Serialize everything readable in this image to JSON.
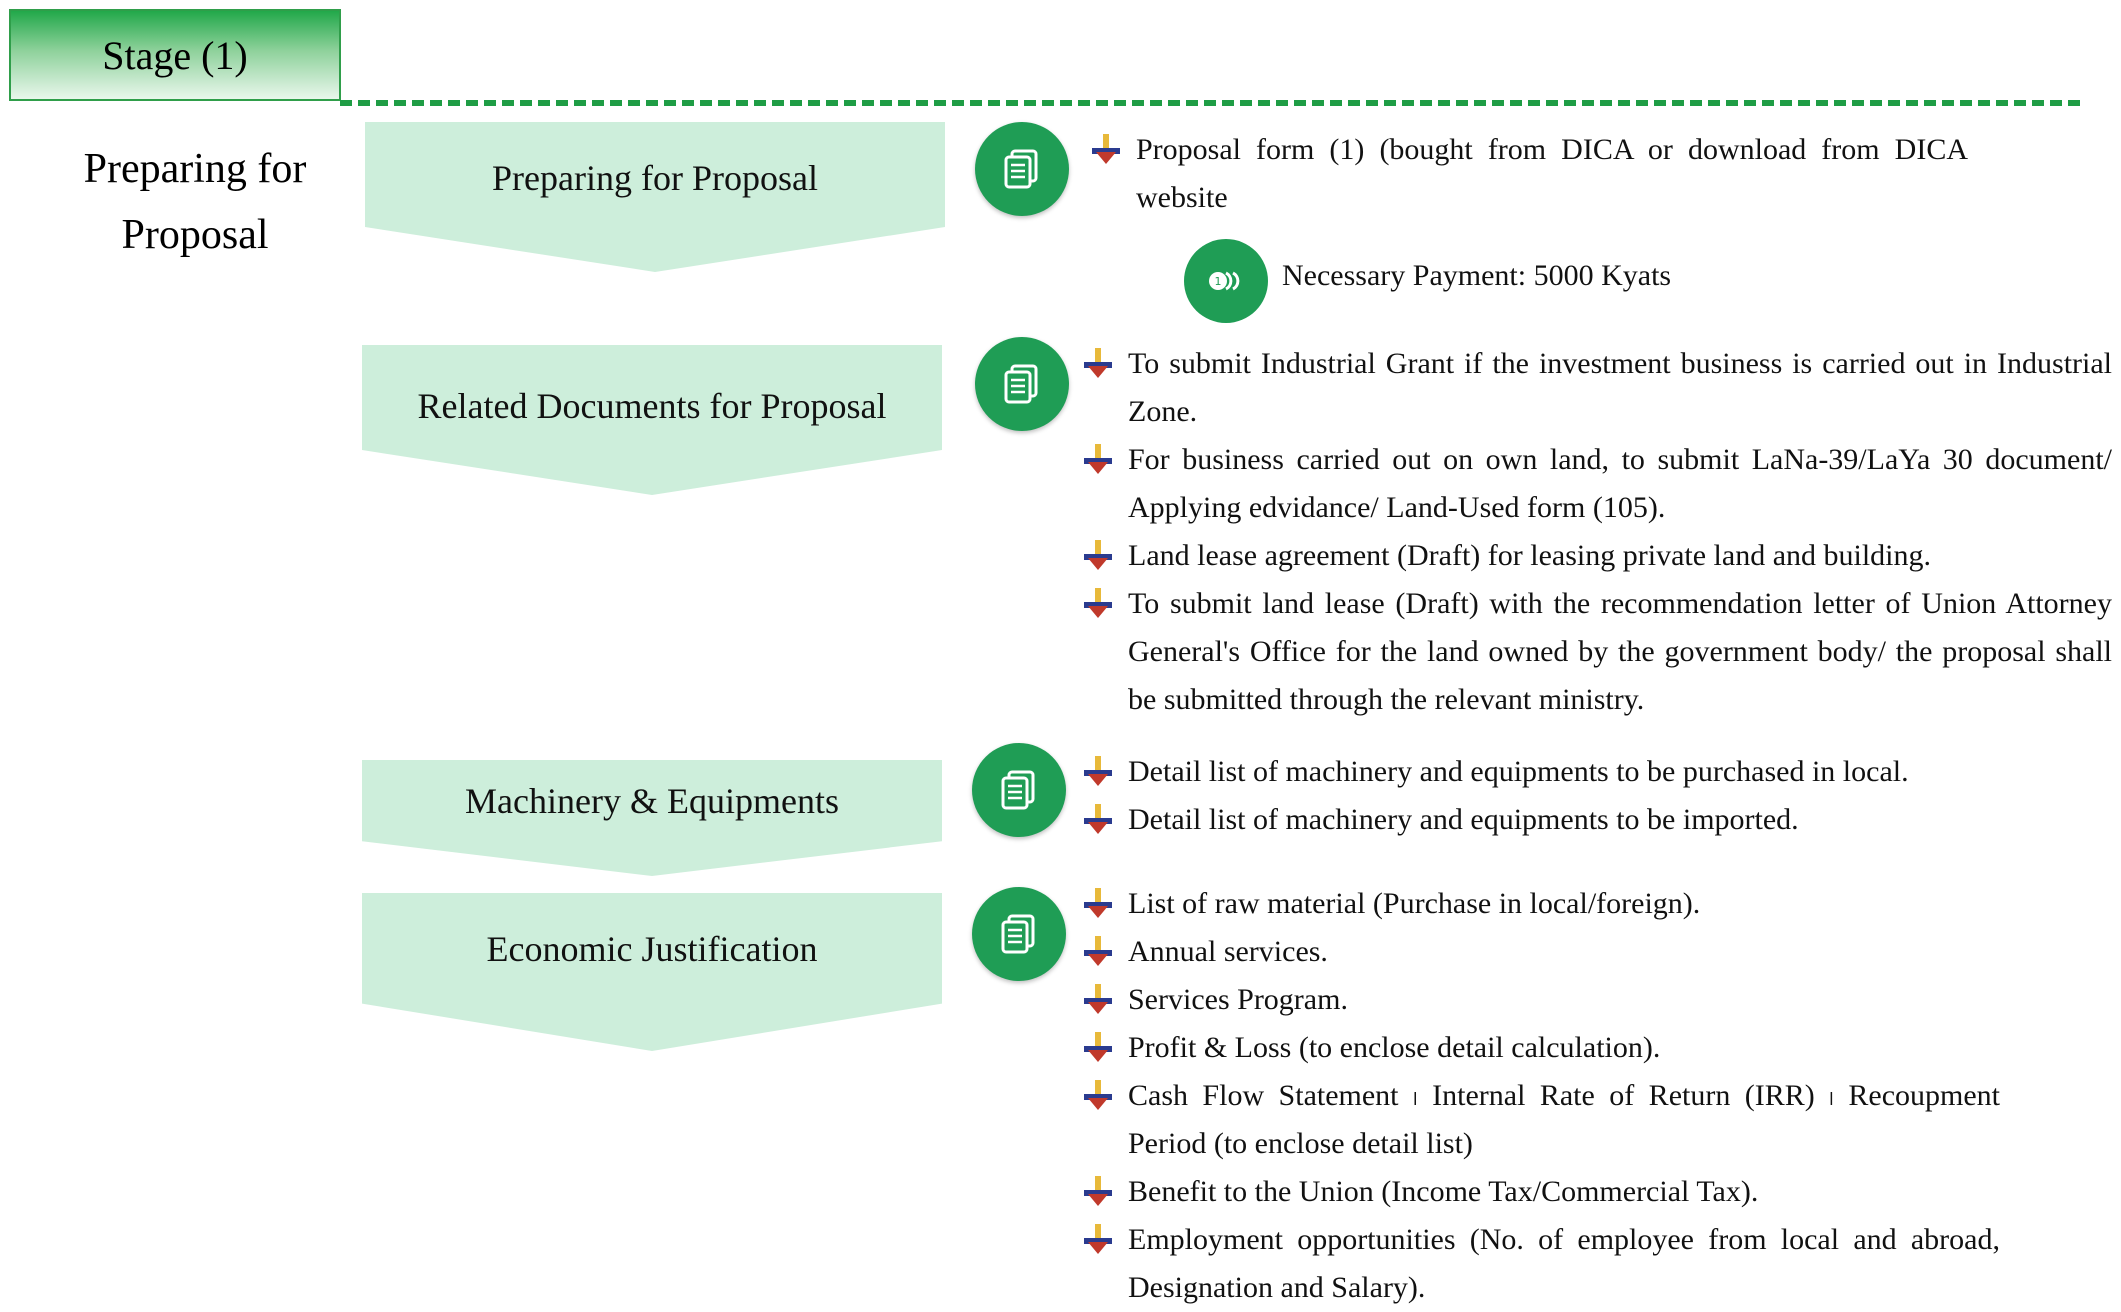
{
  "stage": {
    "label": "Stage (1)"
  },
  "side_title": {
    "line1": "Preparing for",
    "line2": "Proposal"
  },
  "sections": [
    {
      "label": "Preparing for Proposal",
      "bullets": [
        "Proposal form (1) (bought from DICA or download from DICA website"
      ]
    },
    {
      "label": "Related Documents for Proposal",
      "bullets": [
        "To submit Industrial Grant if the investment business is carried out in Industrial Zone.",
        "For business carried out on own land, to submit LaNa-39/LaYa 30 document/ Applying edvidance/ Land-Used form (105).",
        "Land lease agreement (Draft) for leasing private land and building.",
        "To submit land lease (Draft) with the recommendation letter of Union Attorney General's Office for the land owned by the government body/ the proposal shall be submitted through the relevant ministry."
      ]
    },
    {
      "label": "Machinery & Equipments",
      "bullets": [
        "Detail list of machinery and equipments to be purchased in local.",
        "Detail list of machinery and equipments to be imported."
      ]
    },
    {
      "label": "Economic Justification",
      "bullets": [
        "List of raw material (Purchase in local/foreign).",
        "Annual services.",
        "Services Program.",
        "Profit & Loss (to enclose detail calculation).",
        "Cash Flow Statement ၊ Internal Rate of Return (IRR) ၊ Recoupment Period (to enclose detail list)",
        "Benefit to the Union (Income Tax/Commercial Tax).",
        "Employment opportunities (No. of employee  from local and abroad, Designation and Salary)."
      ]
    }
  ],
  "payment": {
    "text": "Necessary Payment: 5000 Kyats"
  },
  "icons": {
    "section_icon": "document-icon",
    "payment_icon": "coins-icon",
    "bullet_icon": "cross-arrow-bullet-icon"
  },
  "colors": {
    "accent_green": "#1f9d55",
    "chevron_fill": "#cdeedb",
    "dash_green": "#1f9d45"
  }
}
